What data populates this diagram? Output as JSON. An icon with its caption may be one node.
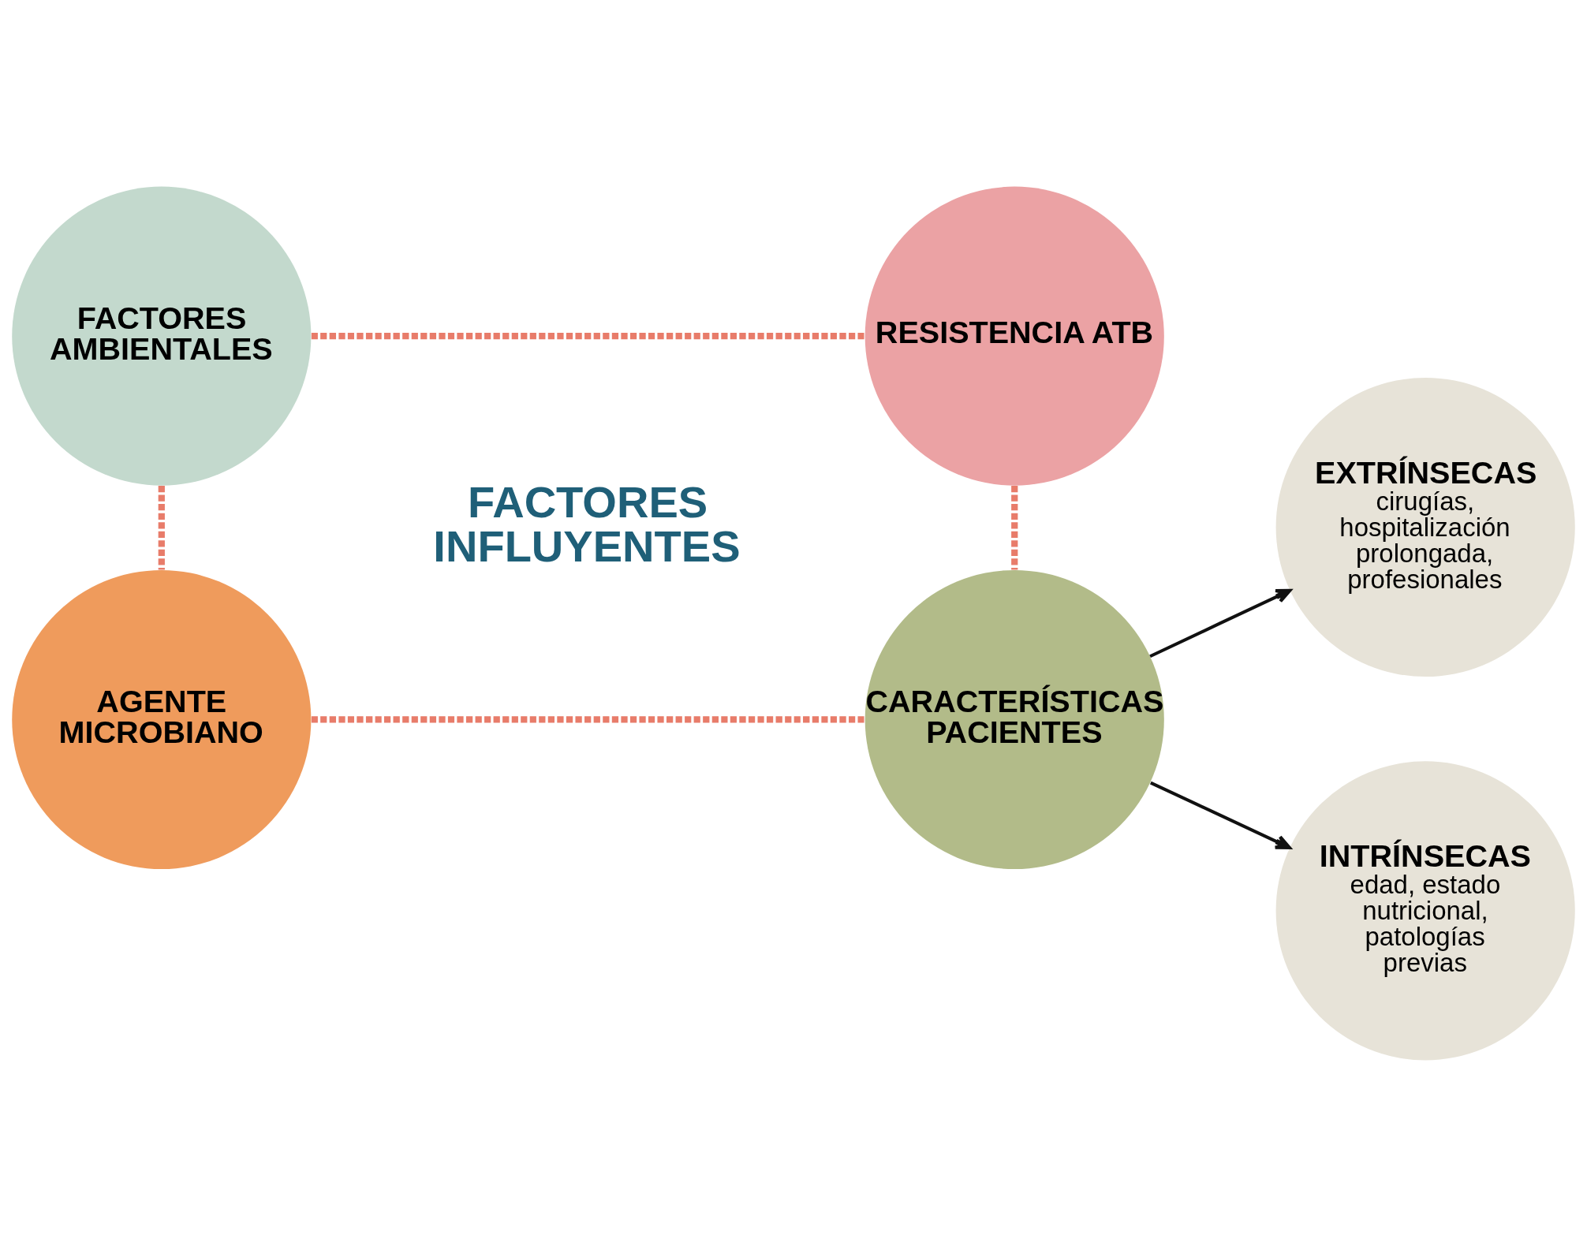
{
  "diagram": {
    "nodes": [
      {
        "text": [
          "FACTORES AMBIENTALES"
        ]
      },
      {
        "text": [
          "RESISTENCIA ATB"
        ]
      },
      {
        "text": [
          "AGENTE MICROBIANO"
        ]
      },
      {
        "text": [
          "CARACTERÍSTICAS PACIENTES"
        ]
      },
      {
        "text": [
          "EXTRÍNSECAS",
          "cirugías, hospitalización prolongada, profesionales"
        ]
      },
      {
        "text": [
          "INTRÍNSECAS",
          "edad, estado nutricional, patologías previas"
        ]
      }
    ],
    "edges": [
      {
        "from": 0,
        "to": 1,
        "arrow": "none",
        "style": "dashed",
        "color": "#e87c6a"
      },
      {
        "from": 0,
        "to": 2,
        "arrow": "none",
        "style": "dashed",
        "color": "#e87c6a"
      },
      {
        "from": 1,
        "to": 3,
        "arrow": "none",
        "style": "dashed",
        "color": "#e87c6a"
      },
      {
        "from": 2,
        "to": 3,
        "arrow": "none",
        "style": "dashed",
        "color": "#e87c6a"
      },
      {
        "from": 3,
        "to": 4,
        "arrow": "to",
        "color": "#111111"
      },
      {
        "from": 3,
        "to": 5,
        "arrow": "to",
        "color": "#111111"
      }
    ],
    "labels": [
      "FACTORES INFLUYENTES"
    ]
  }
}
